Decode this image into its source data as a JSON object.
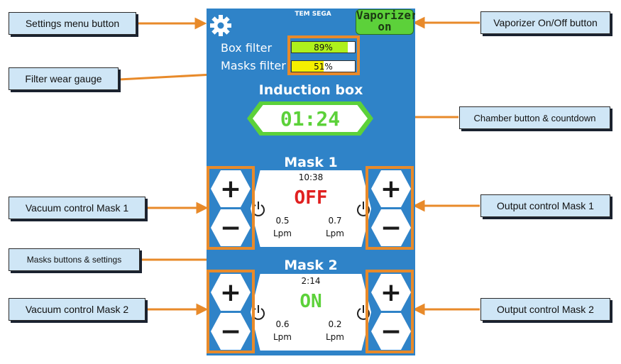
{
  "callouts": {
    "settings_menu": "Settings menu button",
    "filter_wear": "Filter wear gauge",
    "vacuum_mask1": "Vacuum control Mask 1",
    "masks_buttons": "Masks buttons & settings",
    "vacuum_mask2": "Vacuum control Mask 2",
    "vaporizer": "Vaporizer On/Off button",
    "chamber": "Chamber button & countdown",
    "output_mask1": "Output control Mask 1",
    "output_mask2": "Output control Mask 2"
  },
  "screen": {
    "brand": "TEM SEGA",
    "vaporizer": {
      "line1": "Vaporizer",
      "line2": "on",
      "color": "#5cd13a"
    },
    "filters": [
      {
        "label": "Box filter",
        "percent_text": "89%",
        "value": 0.89,
        "color": "#aef01c"
      },
      {
        "label": "Masks filter",
        "percent_text": "51%",
        "value": 0.51,
        "color": "#f4f000"
      }
    ],
    "induction": {
      "title": "Induction box",
      "countdown": "01:24",
      "accent": "#5cd13a"
    },
    "mask1": {
      "title": "Mask 1",
      "time": "10:38",
      "status": "OFF",
      "status_color": "#e02020",
      "vacuum": {
        "value": "0.5",
        "unit": "Lpm"
      },
      "output": {
        "value": "0.7",
        "unit": "Lpm"
      }
    },
    "mask2": {
      "title": "Mask 2",
      "time": "2:14",
      "status": "ON",
      "status_color": "#5cd13a",
      "vacuum": {
        "value": "0.6",
        "unit": "Lpm"
      },
      "output": {
        "value": "0.2",
        "unit": "Lpm"
      }
    },
    "plus": "+",
    "minus": "−",
    "icons": {
      "settings": "gear-icon",
      "power": "power-icon"
    }
  }
}
